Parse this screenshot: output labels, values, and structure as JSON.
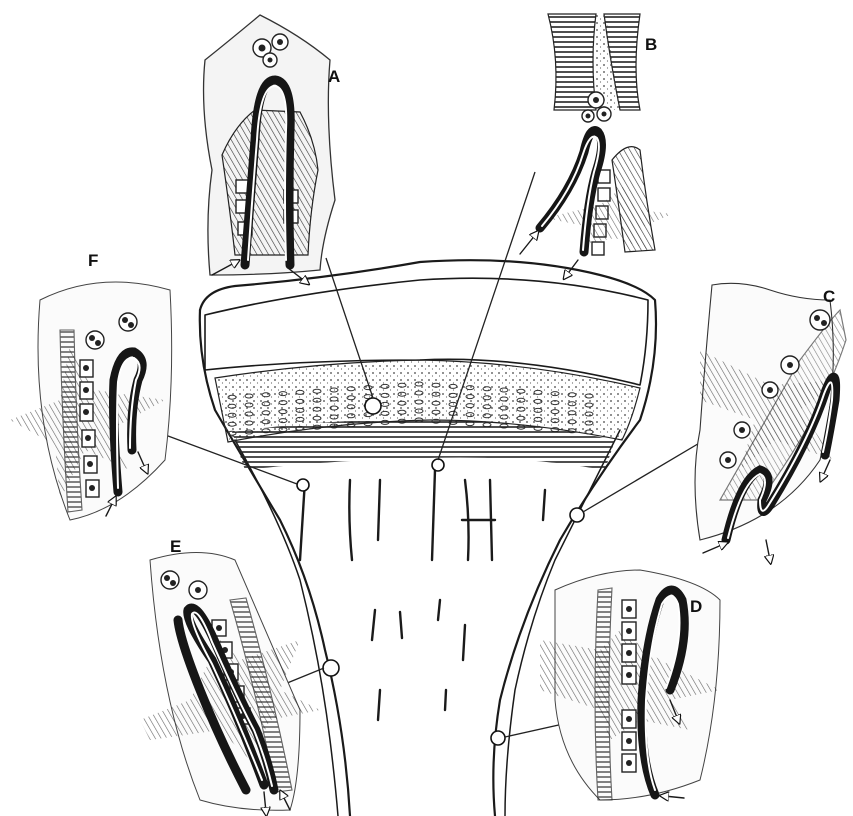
{
  "figure": {
    "panels": [
      {
        "key": "a",
        "label": "A"
      },
      {
        "key": "b",
        "label": "B"
      },
      {
        "key": "c",
        "label": "C"
      },
      {
        "key": "d",
        "label": "D"
      },
      {
        "key": "e",
        "label": "E"
      },
      {
        "key": "f",
        "label": "F"
      }
    ]
  }
}
